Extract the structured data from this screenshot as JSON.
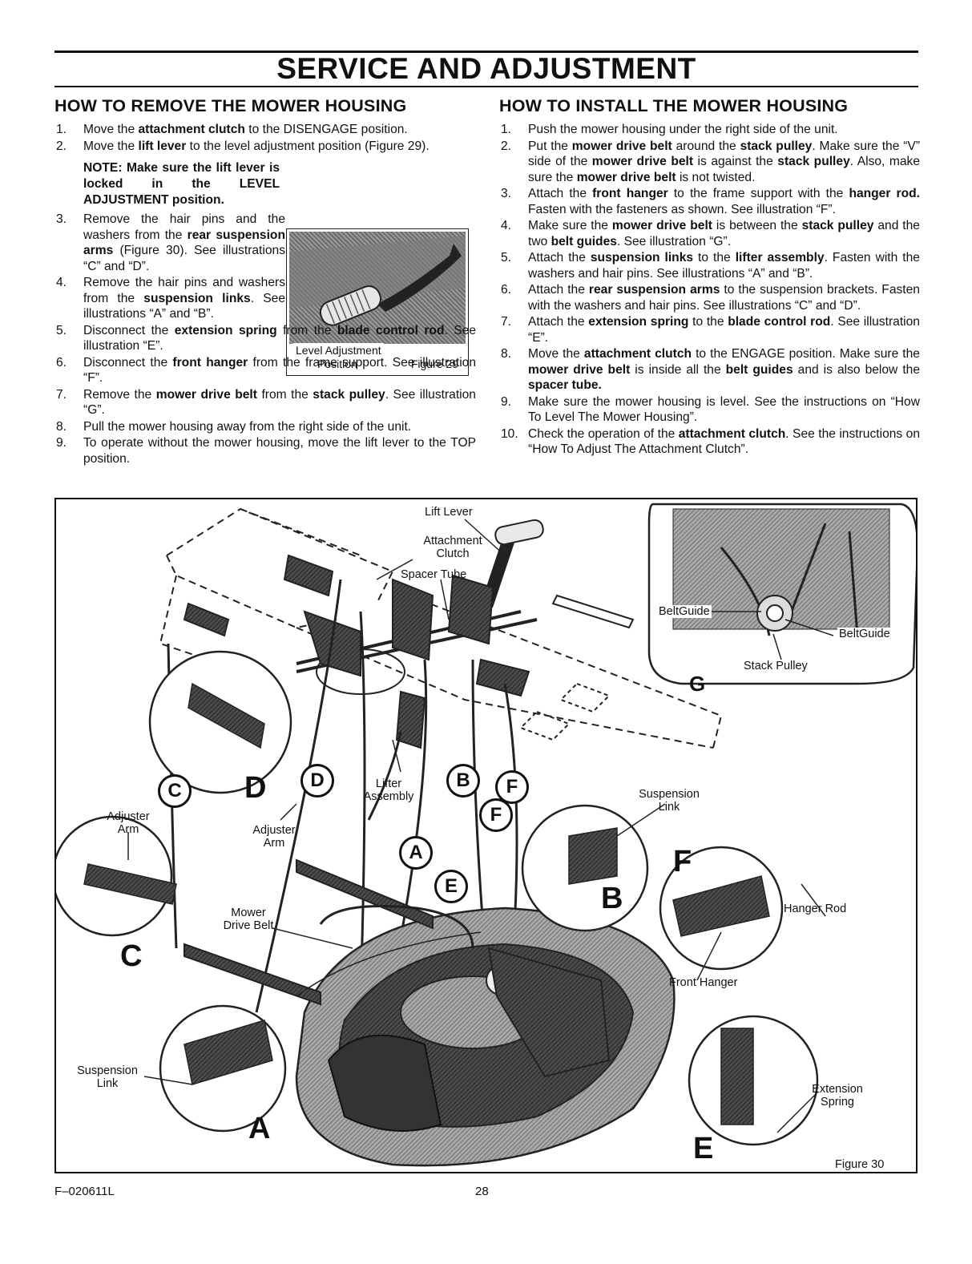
{
  "page": {
    "title": "SERVICE AND ADJUSTMENT",
    "footer_code": "F–020611L",
    "page_number": "28"
  },
  "remove": {
    "heading": "HOW TO REMOVE THE MOWER HOUSING",
    "steps": [
      {
        "n": "1.",
        "parts": [
          "Move the ",
          "attachment clutch",
          " to the DISENGAGE position."
        ]
      },
      {
        "n": "2.",
        "parts": [
          "Move the ",
          "lift lever",
          " to the level adjustment position (Figure 29)."
        ]
      },
      {
        "n": "3.",
        "parts": [
          "Remove the hair pins and the washers from the ",
          "rear suspension arms",
          " (Figure 30). See illustrations “C” and “D”."
        ]
      },
      {
        "n": "4.",
        "parts": [
          "Remove the hair pins and washers from the ",
          "suspension links",
          ". See illustrations “A” and “B”."
        ]
      },
      {
        "n": "5.",
        "parts": [
          "Disconnect the ",
          "extension spring",
          " from the ",
          "blade control rod",
          ". See illustration “E”."
        ]
      },
      {
        "n": "6.",
        "parts": [
          "Disconnect the ",
          "front hanger",
          " from the frame support. See illustration “F”."
        ]
      },
      {
        "n": "7.",
        "parts": [
          "Remove the ",
          "mower drive belt",
          " from the ",
          "stack pulley",
          ". See illustration “G”."
        ]
      },
      {
        "n": "8.",
        "parts": [
          "Pull the mower housing away from the right side of the unit."
        ]
      },
      {
        "n": "9.",
        "parts": [
          "To operate without the mower housing, move the lift lever to the TOP position."
        ]
      }
    ],
    "note": "NOTE: Make sure the lift lever is locked in the LEVEL ADJUSTMENT position."
  },
  "install": {
    "heading": "HOW TO INSTALL THE MOWER HOUSING",
    "steps": [
      {
        "n": "1.",
        "parts": [
          "Push the mower housing under the right side of the unit."
        ]
      },
      {
        "n": "2.",
        "parts": [
          "Put the ",
          "mower drive belt",
          " around the ",
          "stack pulley",
          ". Make sure the “V” side of the ",
          "mower drive belt",
          " is against the ",
          "stack pulley",
          ". Also, make sure the ",
          "mower drive belt",
          " is not twisted."
        ]
      },
      {
        "n": "3.",
        "parts": [
          "Attach the ",
          "front hanger",
          " to the frame support with the ",
          "hanger rod.",
          " Fasten with the fasteners as shown. See illustration “F”."
        ]
      },
      {
        "n": "4.",
        "parts": [
          "Make sure the ",
          "mower drive belt",
          " is between the ",
          "stack pulley",
          " and the two ",
          "belt guides",
          ". See illustration “G”."
        ]
      },
      {
        "n": "5.",
        "parts": [
          "Attach the ",
          "suspension links",
          " to the ",
          "lifter assembly",
          ". Fasten with the washers and hair pins. See illustrations “A” and “B”."
        ]
      },
      {
        "n": "6.",
        "parts": [
          "Attach the ",
          "rear suspension arms",
          " to the suspension brackets. Fasten with the washers and hair pins. See illustrations “C” and “D”."
        ]
      },
      {
        "n": "7.",
        "parts": [
          "Attach the ",
          "extension spring",
          " to the ",
          "blade control rod",
          ". See illustration “E”."
        ]
      },
      {
        "n": "8.",
        "parts": [
          "Move the ",
          "attachment clutch",
          " to the ENGAGE position. Make sure the ",
          "mower drive belt",
          " is inside all the ",
          "belt guides",
          " and is also below the ",
          "spacer tube.",
          ""
        ]
      },
      {
        "n": "9.",
        "parts": [
          "Make sure the mower housing is level. See the instructions on “How To Level The Mower Housing”."
        ]
      },
      {
        "n": "10.",
        "parts": [
          "Check the operation of the ",
          "attachment clutch",
          ". See the instructions on “How To Adjust The Attachment Clutch”."
        ]
      }
    ]
  },
  "figure29": {
    "label_line1": "Level Adjustment",
    "label_line2": "Position",
    "caption": "Figure 29"
  },
  "figure30": {
    "caption": "Figure 30",
    "labels": {
      "lift_lever": "Lift Lever",
      "attachment_clutch": "Attachment Clutch",
      "spacer_tube": "Spacer Tube",
      "belt_guide_left": "BeltGuide",
      "belt_guide_right": "BeltGuide",
      "stack_pulley": "Stack Pulley",
      "lifter_assembly": "Lifter Assembly",
      "suspension_link_right": "Suspension Link",
      "adjuster_arm_left": "Adjuster Arm",
      "adjuster_arm_mid": "Adjuster Arm",
      "mower_drive_belt": "Mower Drive Belt",
      "hanger_rod": "Hanger Rod",
      "front_hanger": "Front Hanger",
      "suspension_link_left": "Suspension Link",
      "extension_spring": "Extension Spring"
    },
    "callouts": {
      "A": "A",
      "B": "B",
      "C": "C",
      "D": "D",
      "E": "E",
      "F": "F",
      "G": "G"
    }
  }
}
